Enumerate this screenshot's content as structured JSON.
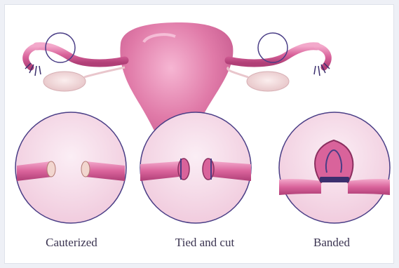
{
  "panels": [
    {
      "id": "cauterized",
      "label": "Cauterized"
    },
    {
      "id": "tied_and_cut",
      "label": "Tied and cut"
    },
    {
      "id": "banded",
      "label": "Banded"
    }
  ],
  "colors": {
    "tissue": "#e07aa8",
    "tissue_dark": "#b8457c",
    "tissue_light": "#f4c2da",
    "circle_fill": "#f6dbe8",
    "circle_stroke": "#4a3e86",
    "ovary": "#f1d9d9",
    "fimbria": "#3b2f6e",
    "label_text": "#3a3350"
  }
}
